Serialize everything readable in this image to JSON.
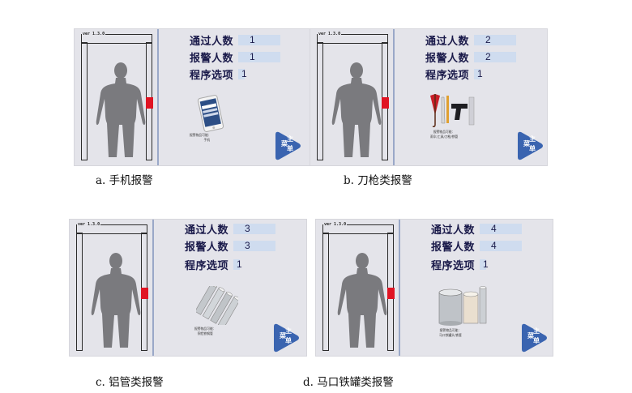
{
  "panels": [
    {
      "id": "a",
      "version": "ver 1.3.0",
      "pass_label": "通过人数",
      "pass_value": "1",
      "alarm_label": "报警人数",
      "alarm_value": "1",
      "program_label": "程序选项",
      "program_value": "1",
      "item_icon": "smartphone-icon",
      "item_caption_line1": "报警物品可能：",
      "item_caption_line2": "手机",
      "menu_line1": "主",
      "menu_line2": "菜",
      "menu_line3": "单",
      "caption": "a. 手机报警"
    },
    {
      "id": "b",
      "version": "ver 1.3.0",
      "pass_label": "通过人数",
      "pass_value": "2",
      "alarm_label": "报警人数",
      "alarm_value": "2",
      "program_label": "程序选项",
      "program_value": "1",
      "item_icon": "knife-gun-icon",
      "item_caption_line1": "报警物品可能：",
      "item_caption_line2": "雨伞/工具/刀枪/铁管",
      "menu_line1": "主",
      "menu_line2": "菜",
      "menu_line3": "单",
      "caption": "b. 刀枪类报警"
    },
    {
      "id": "c",
      "version": "ver 1.3.0",
      "pass_label": "通过人数",
      "pass_value": "3",
      "alarm_label": "报警人数",
      "alarm_value": "3",
      "program_label": "程序选项",
      "program_value": "1",
      "item_icon": "aluminum-tube-icon",
      "item_caption_line1": "报警物品可能：",
      "item_caption_line2": "铜铝铁钢管",
      "menu_line1": "主",
      "menu_line2": "菜",
      "menu_line3": "单",
      "caption": "c. 铝管类报警"
    },
    {
      "id": "d",
      "version": "ver 1.3.0",
      "pass_label": "通过人数",
      "pass_value": "4",
      "alarm_label": "报警人数",
      "alarm_value": "4",
      "program_label": "程序选项",
      "program_value": "1",
      "item_icon": "tin-can-icon",
      "item_caption_line1": "报警物品可能：",
      "item_caption_line2": "马口铁罐头/铁管",
      "menu_line1": "主",
      "menu_line2": "菜",
      "menu_line3": "单",
      "caption": "d. 马口铁罐类报警"
    }
  ],
  "colors": {
    "alarm": "#e01423",
    "menu": "#3a64b0",
    "label": "#1a1a4a",
    "value_bg": "#cfdcef"
  }
}
